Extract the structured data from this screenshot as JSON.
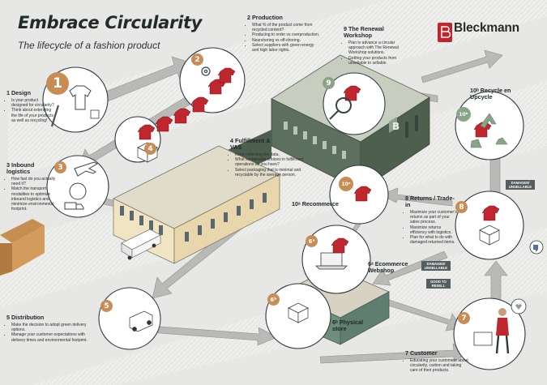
{
  "header": {
    "title": "Embrace Circularity",
    "subtitle": "The lifecycle of a fashion product",
    "logo_text": "Bleckmann"
  },
  "colors": {
    "accent_orange": "#c88d55",
    "accent_green": "#8aa48a",
    "brand_red": "#c0262e",
    "building_green": "#5d6f5d",
    "building_cream": "#f1e4c3",
    "arrow_grey": "#b9bab7"
  },
  "steps": [
    {
      "id": "design",
      "number": "1",
      "title": "1 Design",
      "bullets": [
        "Is your product designed for circularity?",
        "Think about extending the life of your products as well as recycling!"
      ]
    },
    {
      "id": "production",
      "number": "2",
      "title": "2 Production",
      "bullets": [
        "What % of the product come from recycled content?",
        "Producing to order vs overproduction.",
        "Nearshoring vs off-shoring.",
        "Select suppliers with green energy and high labor rights."
      ]
    },
    {
      "id": "inbound",
      "number": "3",
      "title": "3 Inbound logistics",
      "bullets": [
        "How fast do you actually need it?",
        "Match the transport modalities to optimize inbound logistics and minimize environmental footprint."
      ]
    },
    {
      "id": "fulfillment",
      "number": "4",
      "title": "4 Fulfillment & VAS",
      "bullets": [
        "Keep collecting the data.",
        "What sustainable choices in fulfillment operations do you have?",
        "Select packaging that is minimal and recyclable by the average person."
      ]
    },
    {
      "id": "distribution",
      "number": "5",
      "title": "5 Distribution",
      "bullets": [
        "Make the decision to adopt green delivery options.",
        "Manage your customer expectations with delivery times and environmental footprint."
      ]
    },
    {
      "id": "ecommerce",
      "number": "6ᵃ",
      "title": "6ᵃ Ecommerce Webshop",
      "bullets": []
    },
    {
      "id": "physical",
      "number": "6ᵇ",
      "title": "6ᵇ Physical store",
      "bullets": []
    },
    {
      "id": "customer",
      "number": "7",
      "title": "7 Customer",
      "bullets": [
        "Educating your customers about circularity, carbon and taking care of their products."
      ]
    },
    {
      "id": "returns",
      "number": "8",
      "title": "8 Returns / Trade-in",
      "bullets": [
        "Maximize your customer’s returns as part of your sales process.",
        "Maximize returns efficiency with logistics.",
        "Plan for what to do with damaged returned items."
      ]
    },
    {
      "id": "renewal",
      "number": "9",
      "title": "9 The Renewal Workshop",
      "bullets": [
        "Plan in advance a circular approach with The Renewal Workshop solutions.",
        "Getting your products from unsellable to sellable."
      ]
    },
    {
      "id": "recommerce",
      "number": "10ᵃ",
      "title": "10ᵃ Recommerce",
      "bullets": []
    },
    {
      "id": "recycle",
      "number": "10ᵇ",
      "title": "10ᵇ Recycle en Upcycle",
      "bullets": []
    }
  ],
  "tags": {
    "damaged_unsellable": "DAMAGED/ UNSELLABLE",
    "damaged_unsellable_2": "DAMAGED/ UNSELLABLE",
    "good_to_resell": "GOOD TO RESELL"
  }
}
